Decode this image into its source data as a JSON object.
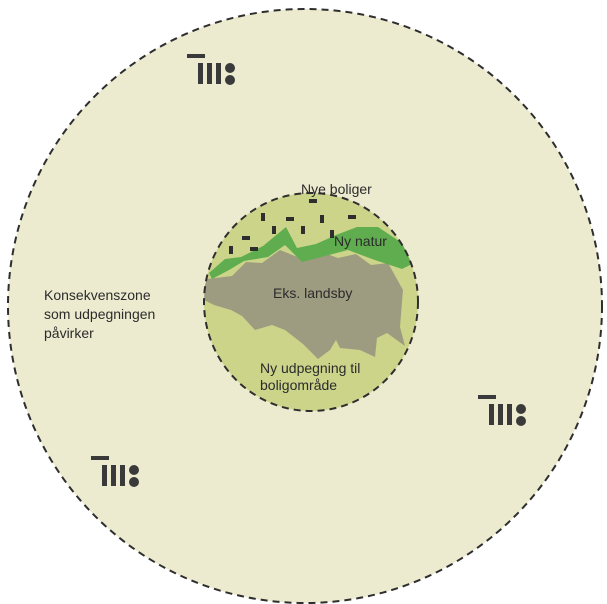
{
  "labels": {
    "consequence_zone": "Konsekvenszone\nsom udpegningen\npåvirker",
    "new_housing": "Nye boliger",
    "new_nature": "Ny natur",
    "existing_village": "Eks. landsby",
    "new_designation": "Ny udpegning til\nboligområde"
  },
  "colors": {
    "outer_zone_fill": "#ecebcf",
    "inner_zone_fill": "#ccd48a",
    "village_fill": "#9e9c80",
    "nature_fill": "#5fad4e",
    "boundary_stroke": "#2e2e2e",
    "farm_symbol": "#3a3a3a",
    "house_symbol": "#2e2e2e"
  },
  "icons": [
    "farm-symbol-icon",
    "house-icon"
  ]
}
